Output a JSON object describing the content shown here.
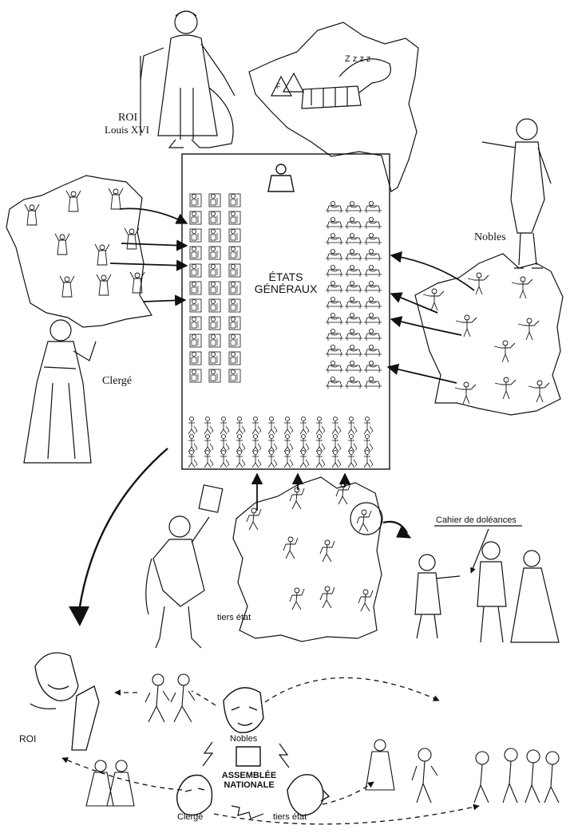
{
  "labels": {
    "roi_top": "ROI",
    "roi_top_name": "Louis XVI",
    "snore": "Z z z z",
    "tent_letter": "F",
    "nobles": "Nobles",
    "clerge": "Clergé",
    "etats_line1": "ÉTATS",
    "etats_line2": "GÉNÉRAUX",
    "cahier": "Cahier de doléances",
    "tiers_etat": "tiers état",
    "roi_bottom": "ROI",
    "nobles_bottom": "Nobles",
    "assemblee_line1": "ASSEMBLÉE",
    "assemblee_line2": "NATIONALE",
    "clerge_bottom": "Clergé",
    "tiers_etat_bottom": "tiers état"
  },
  "colors": {
    "ink": "#111111",
    "paper": "#ffffff"
  },
  "icons": [
    "king-figure",
    "france-map",
    "clergy-figure",
    "noble-figure",
    "deputy-figure",
    "peasant-figure",
    "arrow"
  ]
}
